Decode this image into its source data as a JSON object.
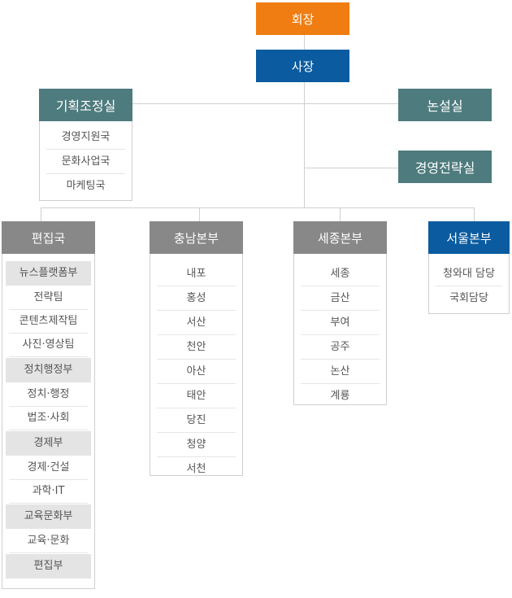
{
  "colors": {
    "chairman": "#ef7d11",
    "president": "#0a5b9f",
    "office": "#4e7b7e",
    "bureau": "#888888",
    "seoul": "#0a5b9f"
  },
  "chairman": "회장",
  "president": "사장",
  "planning": {
    "title": "기획조정실",
    "items": [
      "경영지원국",
      "문화사업국",
      "마케팅국"
    ]
  },
  "editorial_office": "논설실",
  "strategy_office": "경영전략실",
  "bureaus": [
    {
      "title": "편집국",
      "items": [
        {
          "label": "뉴스플랫폼부",
          "section": true
        },
        {
          "label": "전략팀"
        },
        {
          "label": "콘텐츠제작팀"
        },
        {
          "label": "사진·영상팀"
        },
        {
          "label": "정치행정부",
          "section": true
        },
        {
          "label": "정치·행정"
        },
        {
          "label": "법조·사회"
        },
        {
          "label": "경제부",
          "section": true
        },
        {
          "label": "경제·건설"
        },
        {
          "label": "과학·IT"
        },
        {
          "label": "교육문화부",
          "section": true
        },
        {
          "label": "교육·문화"
        },
        {
          "label": "편집부",
          "section": true
        }
      ]
    },
    {
      "title": "충남본부",
      "items": [
        {
          "label": "내포"
        },
        {
          "label": "홍성"
        },
        {
          "label": "서산"
        },
        {
          "label": "천안"
        },
        {
          "label": "아산"
        },
        {
          "label": "태안"
        },
        {
          "label": "당진"
        },
        {
          "label": "청양"
        },
        {
          "label": "서천"
        }
      ]
    },
    {
      "title": "세종본부",
      "items": [
        {
          "label": "세종"
        },
        {
          "label": "금산"
        },
        {
          "label": "부여"
        },
        {
          "label": "공주"
        },
        {
          "label": "논산"
        },
        {
          "label": "계룡"
        }
      ]
    },
    {
      "title": "서울본부",
      "items": [
        {
          "label": "청와대 담당"
        },
        {
          "label": "국회담당"
        }
      ]
    }
  ]
}
